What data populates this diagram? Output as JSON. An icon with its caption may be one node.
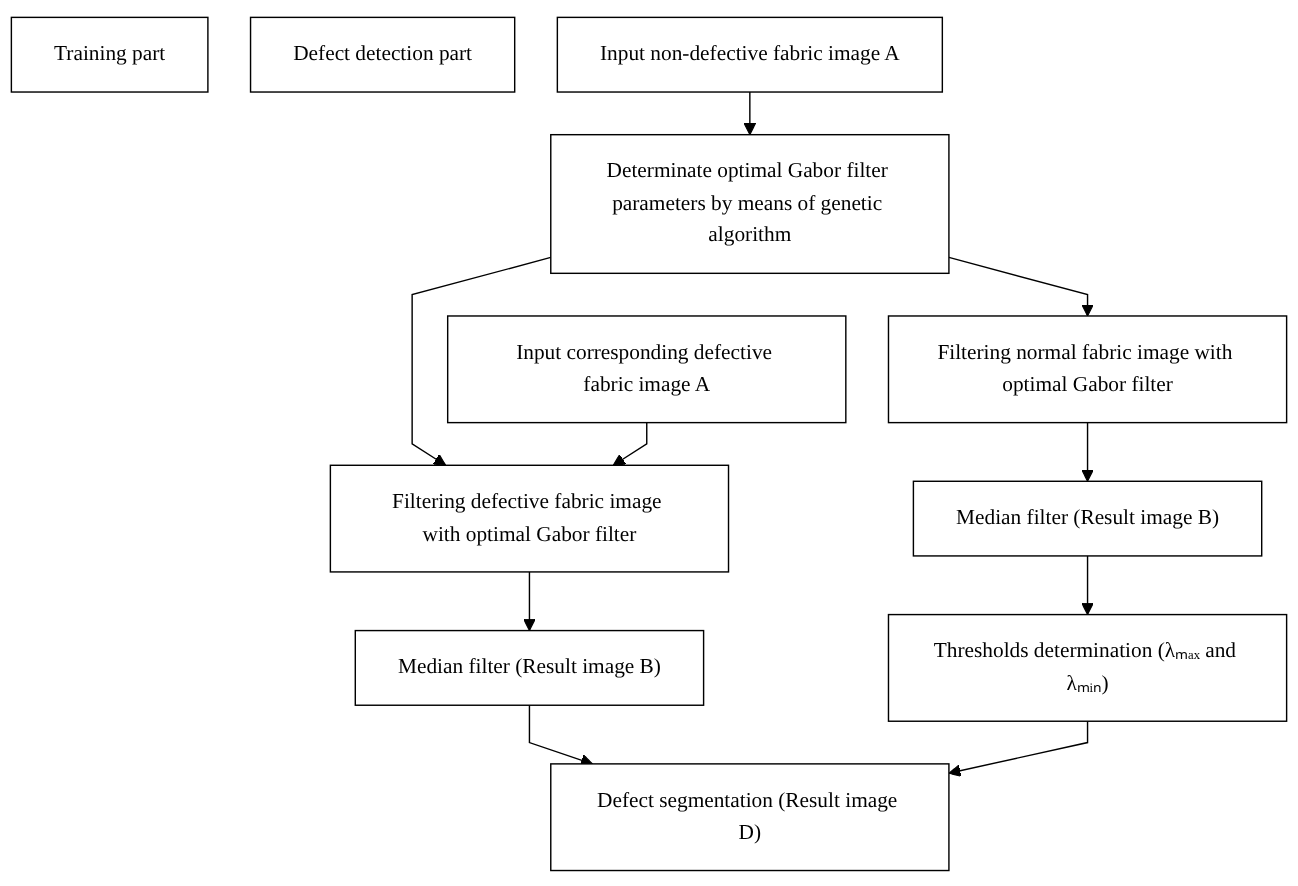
{
  "diagram": {
    "nodes": [
      {
        "text": [
          "Training part"
        ]
      },
      {
        "text": [
          "Defect detection part"
        ]
      },
      {
        "text": [
          "Input non-defective fabric image A"
        ]
      },
      {
        "text": [
          "Determinate optimal Gabor filter parameters by means of genetic algorithm"
        ]
      },
      {
        "text": [
          "Filtering normal fabric image with optimal Gabor filter"
        ]
      },
      {
        "text": [
          "Median filter (Result image B)"
        ]
      },
      {
        "text": [
          "Thresholds determination (λₘₐₓ and λₘᵢₙ)"
        ]
      },
      {
        "text": [
          "Input corresponding defective fabric image A"
        ]
      },
      {
        "text": [
          "Filtering defective fabric image with optimal Gabor filter"
        ]
      },
      {
        "text": [
          "Median filter (Result image B)"
        ]
      },
      {
        "text": [
          "Defect segmentation (Result image D)"
        ]
      }
    ],
    "edges": [
      {
        "from": 2,
        "to": 3,
        "arrow": "to"
      },
      {
        "from": 3,
        "to": 4,
        "arrow": "to"
      },
      {
        "from": 4,
        "to": 5,
        "arrow": "to"
      },
      {
        "from": 5,
        "to": 6,
        "arrow": "to"
      },
      {
        "from": 3,
        "to": 8,
        "arrow": "to"
      },
      {
        "from": 7,
        "to": 8,
        "arrow": "to"
      },
      {
        "from": 8,
        "to": 9,
        "arrow": "to"
      },
      {
        "from": 9,
        "to": 10,
        "arrow": "to"
      },
      {
        "from": 6,
        "to": 10,
        "arrow": "to"
      }
    ]
  }
}
